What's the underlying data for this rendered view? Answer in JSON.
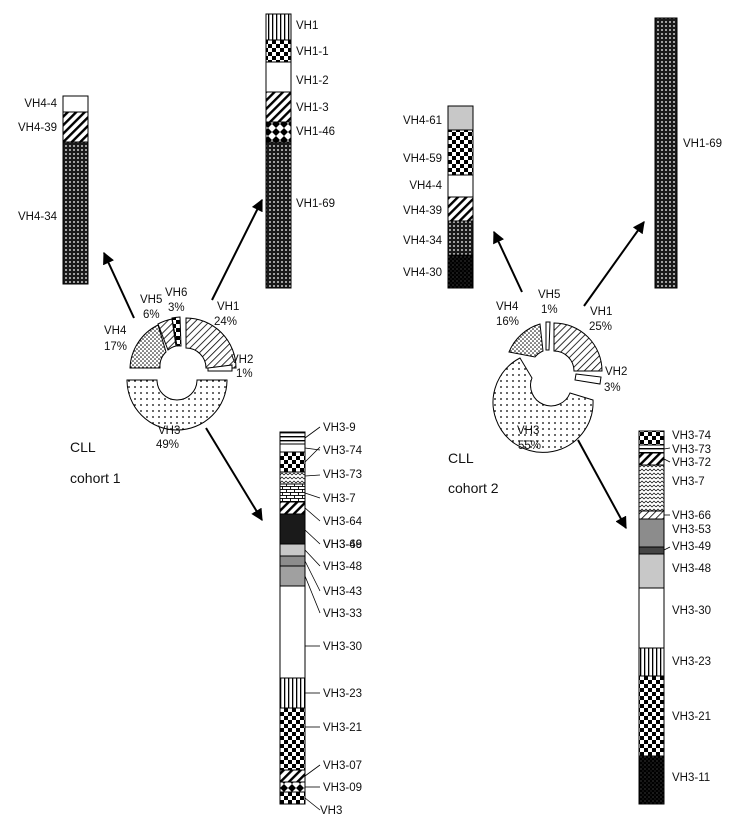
{
  "cohort1": {
    "caption_line1": "CLL",
    "caption_line2": "cohort 1",
    "donut": {
      "vh1": {
        "name": "VH1",
        "pct": "24%",
        "value": 24
      },
      "vh2": {
        "name": "VH2",
        "pct": "1%",
        "value": 1
      },
      "vh3": {
        "name": "VH3",
        "pct": "49%",
        "value": 49
      },
      "vh4": {
        "name": "VH4",
        "pct": "17%",
        "value": 17
      },
      "vh5": {
        "name": "VH5",
        "pct": "6%",
        "value": 6
      },
      "vh6": {
        "name": "VH6",
        "pct": "3%",
        "value": 3
      }
    },
    "vh1_bar": [
      "VH1",
      "VH1-1",
      "VH1-2",
      "VH1-3",
      "VH1-46",
      "VH1-69"
    ],
    "vh4_bar": [
      "VH4-4",
      "VH4-39",
      "VH4-34"
    ],
    "vh3_bar": [
      "VH3-9",
      "VH3-74",
      "VH3-73",
      "VH3-7",
      "VH3-64",
      "VH3-66",
      "VH3-49",
      "VH3-48",
      "VH3-43",
      "VH3-33",
      "VH3-30",
      "VH3-23",
      "VH3-21",
      "VH3-07",
      "VH3-09",
      "VH3"
    ]
  },
  "cohort2": {
    "caption_line1": "CLL",
    "caption_line2": "cohort 2",
    "donut": {
      "vh1": {
        "name": "VH1",
        "pct": "25%",
        "value": 25
      },
      "vh2": {
        "name": "VH2",
        "pct": "3%",
        "value": 3
      },
      "vh3": {
        "name": "VH3",
        "pct": "55%",
        "value": 55
      },
      "vh4": {
        "name": "VH4",
        "pct": "16%",
        "value": 16
      },
      "vh5": {
        "name": "VH5",
        "pct": "1%",
        "value": 1
      }
    },
    "vh1_bar": [
      "VH1-69"
    ],
    "vh4_bar": [
      "VH4-61",
      "VH4-59",
      "VH4-4",
      "VH4-39",
      "VH4-34",
      "VH4-30"
    ],
    "vh3_bar": [
      "VH3-74",
      "VH3-73",
      "VH3-72",
      "VH3-7",
      "VH3-66",
      "VH3-53",
      "VH3-49",
      "VH3-48",
      "VH3-30",
      "VH3-23",
      "VH3-21",
      "VH3-11"
    ]
  }
}
